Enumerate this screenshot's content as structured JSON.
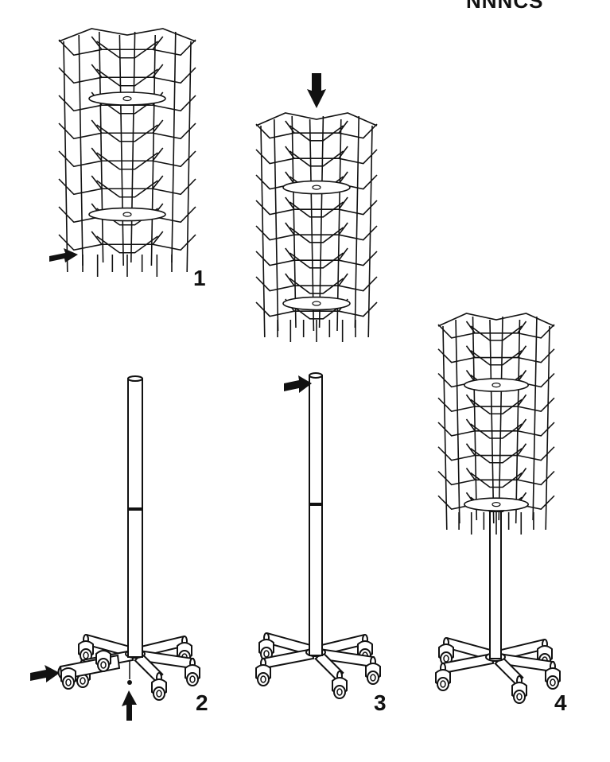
{
  "header": {
    "clipped_text": "NNNCS"
  },
  "steps": [
    {
      "number": "1"
    },
    {
      "number": "2"
    },
    {
      "number": "3"
    },
    {
      "number": "4"
    }
  ],
  "colors": {
    "line": "#111111",
    "fill": "#ffffff",
    "arrow": "#111111"
  },
  "icons": [
    "arrow-right-icon",
    "arrow-up-icon",
    "arrow-down-icon"
  ]
}
